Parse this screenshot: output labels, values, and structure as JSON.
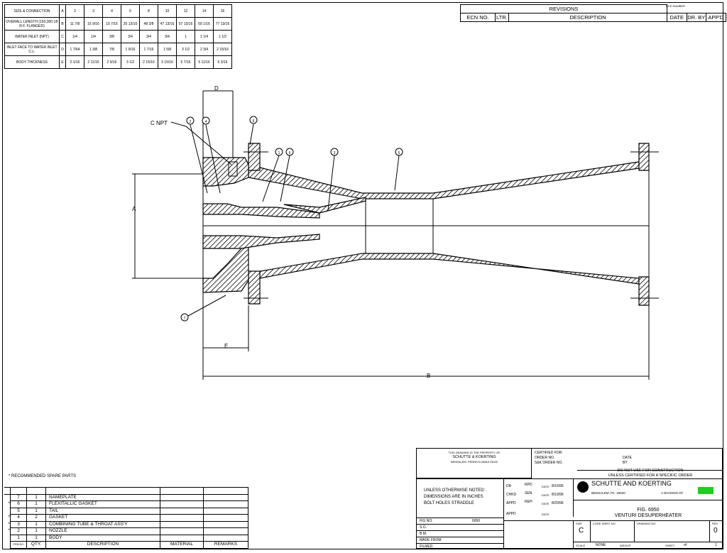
{
  "dimension_table": {
    "rows": [
      {
        "label": "SIZE & CONNECTION",
        "letter": "A",
        "values": [
          "2",
          "3",
          "4",
          "6",
          "8",
          "10",
          "12",
          "14",
          "16"
        ]
      },
      {
        "label": "OVERALL LENGTH (150,300 LB R.F. FLANGED)",
        "letter": "B",
        "values": [
          "11 7/8",
          "15 9/16",
          "19 7/16",
          "20 13/16",
          "48 3/8",
          "47 13/16",
          "57 13/16",
          "69 1/16",
          "77 13/16"
        ]
      },
      {
        "label": "WATER INLET (NPT)",
        "letter": "C",
        "values": [
          "1/4",
          "1/4",
          "3/8",
          "3/4",
          "3/4",
          "3/4",
          "1",
          "1 1/4",
          "1 1/2"
        ]
      },
      {
        "label": "INLET FACE TO WATER INLET C.L.",
        "letter": "D",
        "values": [
          "1 7/64",
          "1 3/8",
          "7/8",
          "1 9/16",
          "1 7/16",
          "1 5/8",
          "3 1/2",
          "2 3/4",
          "2 15/16"
        ]
      },
      {
        "label": "BODY THICKNESS",
        "letter": "E",
        "values": [
          "2 1/16",
          "2 11/16",
          "2 9/16",
          "3 1/2",
          "2 15/16",
          "3 15/16",
          "5 7/16",
          "5 11/16",
          "6 3/16"
        ]
      }
    ]
  },
  "revisions": {
    "title": "REVISIONS",
    "file_label": "FILE NUMBER",
    "columns": [
      "ECN NO.",
      "LTR.",
      "DESCRIPTION",
      "DATE",
      "DR. BY",
      "APP'D"
    ]
  },
  "drawing": {
    "cnpt_label": "C NPT",
    "dims": {
      "A": "A",
      "B": "B",
      "D": "D",
      "E": "E"
    },
    "balloons": [
      "2",
      "4",
      "6",
      "1",
      "6",
      "3",
      "5",
      "7"
    ]
  },
  "spare_note": "* RECOMMENDED SPARE PARTS",
  "parts_list": {
    "rows": [
      {
        "star": "",
        "item": "7",
        "qty": "1",
        "desc": "NAMEPLATE"
      },
      {
        "star": "*",
        "item": "6",
        "qty": "1",
        "desc": "FLEXITALLIC GASKET"
      },
      {
        "star": "",
        "item": "5",
        "qty": "1",
        "desc": "TAIL"
      },
      {
        "star": "*",
        "item": "4",
        "qty": "2",
        "desc": "GASKET"
      },
      {
        "star": "*",
        "item": "3",
        "qty": "1",
        "desc": "COMBINING TUBE & THROAT ASS'Y"
      },
      {
        "star": "*",
        "item": "2",
        "qty": "1",
        "desc": "NOZZLE"
      },
      {
        "star": "",
        "item": "1",
        "qty": "1",
        "desc": "BODY"
      }
    ],
    "header": {
      "item": "ITEM NO.",
      "qty": "QTY.",
      "desc": "DESCRIPTION",
      "material": "MATERIAL",
      "remarks": "REMARKS"
    }
  },
  "title_block": {
    "property_lines": [
      "THIS DRAWING IS THE PROPERTY OF",
      "SCHUTTE & KOERTING",
      "BENSALEM, PENNSYLVANIA 19020"
    ],
    "certified_for": "CERTIFIED FOR:",
    "order_no": "ORDER NO.",
    "date_label": "DATE",
    "sk_order": "S&K ORDER NO.",
    "by_label": "BY",
    "do_not_use_1": "DO NOT USE FOR CONSTRUCTION",
    "do_not_use_2": "UNLESS CERTIFIED FOR A SPECIFIC ORDER",
    "notes": [
      "UNLESS OTHERWISE NOTED:",
      "DIMENSIONS ARE IN INCHES",
      "BOLT HOLES STRADDLE"
    ],
    "dr_label": "DR",
    "dr_by": "RPD",
    "dr_date": "8/16/96",
    "chkd_label": "CHKD",
    "chkd_by": "SEN",
    "chkd_date": "8/19/96",
    "appd_label": "APPD",
    "appd_by": "REH",
    "appd_date": "8/20/96",
    "appd2_label": "APPD",
    "company": "SCHUTTE AND KOERTING",
    "location": "BENSALEM, PA. 19020",
    "division": "A DIVISION OF",
    "fig_no_label": "FIG NO.",
    "fig_no": "6950",
    "so_label": "S.O.",
    "bm_label": "B.M.",
    "made_from_label": "MADE FROM",
    "filmed_label": "FILMED",
    "title_1": "FIG. 6950",
    "title_2": "VENTURI DESUPERHEATER",
    "size_label": "SIZE",
    "size": "C",
    "code_label": "CODE IDENT NO.",
    "dwg_label": "DRAWING NO.",
    "rev_label": "REV",
    "rev": "0",
    "scale_label": "SCALE",
    "scale": "NONE",
    "weight_label": "WEIGHT",
    "sheet_label": "SHEET",
    "sheet": "of",
    "sheet_total": "1"
  },
  "colors": {
    "ink": "#000000",
    "logo_green": "#22cc22"
  }
}
